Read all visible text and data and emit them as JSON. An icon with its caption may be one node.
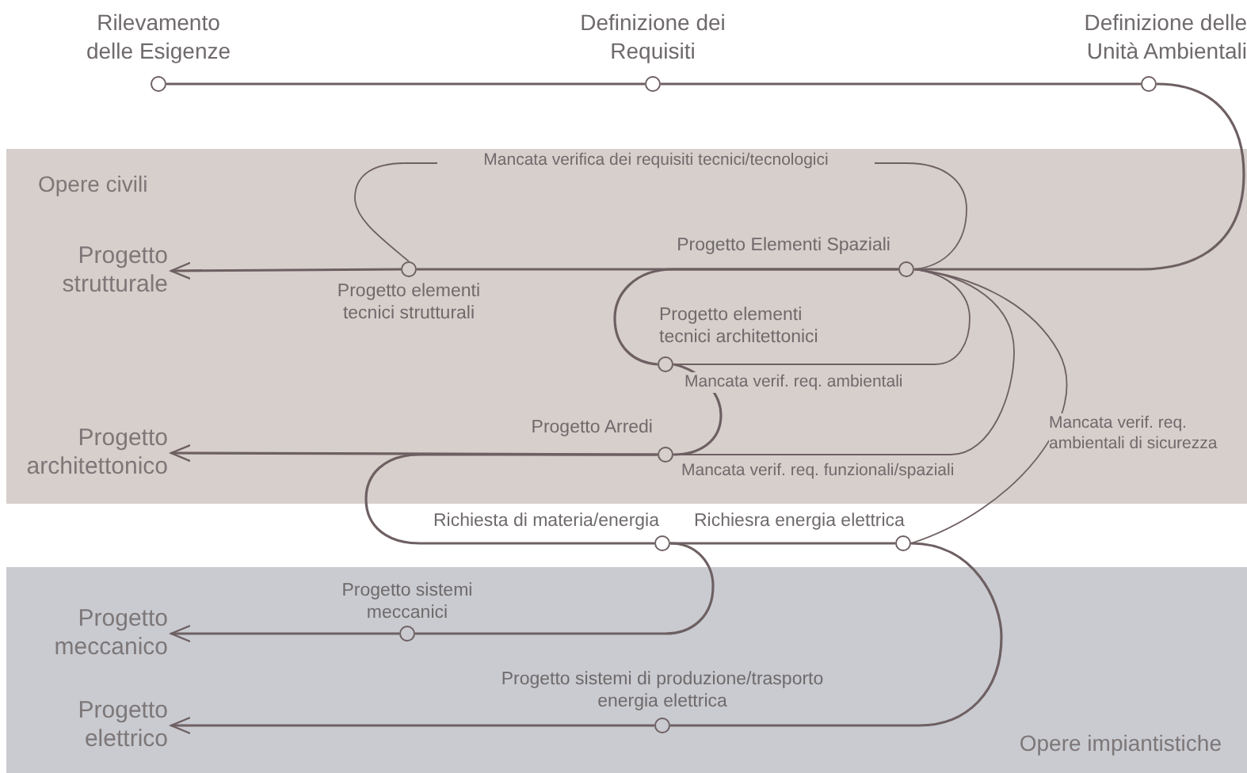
{
  "diagram": {
    "nodes": [
      {
        "text": [],
        "shape": "circle",
        "beside": [
          "Rilevamento delle Esigenze"
        ]
      },
      {
        "text": [],
        "shape": "circle",
        "beside": [
          "Definizione dei Requisiti"
        ]
      },
      {
        "text": [],
        "shape": "circle",
        "beside": [
          "Definizione delle Unità Ambientali"
        ]
      },
      {
        "text": [
          "Opere civili"
        ]
      },
      {
        "text": [
          "Progetto strutturale"
        ],
        "in": 3
      },
      {
        "text": [],
        "shape": "circle",
        "beside": [
          "Progetto elementi tecnici strutturali"
        ],
        "in": 3
      },
      {
        "text": [],
        "shape": "circle",
        "beside": [
          "Progetto Elementi Spaziali"
        ],
        "in": 3
      },
      {
        "text": [],
        "shape": "circle",
        "beside": [
          "Progetto elementi tecnici architettonici"
        ],
        "in": 3
      },
      {
        "text": [
          "Progetto architettonico"
        ],
        "in": 3
      },
      {
        "text": [],
        "shape": "circle",
        "beside": [
          "Progetto Arredi"
        ],
        "in": 3
      },
      {
        "text": [],
        "shape": "circle",
        "beside": [
          "Richiesta di materia/energia"
        ]
      },
      {
        "text": [],
        "shape": "circle",
        "beside": [
          "Richiesra energia elettrica"
        ]
      },
      {
        "text": [
          "Opere impiantistiche"
        ]
      },
      {
        "text": [
          "Progetto meccanico"
        ],
        "in": 12
      },
      {
        "text": [],
        "shape": "circle",
        "beside": [
          "Progetto sistemi meccanici"
        ],
        "in": 12
      },
      {
        "text": [
          "Progetto elettrico"
        ],
        "in": 12
      },
      {
        "text": [],
        "shape": "circle",
        "beside": [
          "Progetto sistemi di produzione/trasporto energia elettrica"
        ],
        "in": 12
      }
    ],
    "edges": [
      {
        "from": 0,
        "to": 1,
        "arrow": "none"
      },
      {
        "from": 1,
        "to": 2,
        "arrow": "none"
      },
      {
        "from": 2,
        "to": 6,
        "arrow": "none"
      },
      {
        "from": 6,
        "to": 5,
        "arrow": "none"
      },
      {
        "from": 5,
        "to": 4,
        "arrow": "to"
      },
      {
        "from": 5,
        "to": 6,
        "arrow": "none",
        "label": "Mancata verifica dei requisiti tecnici/tecnologici"
      },
      {
        "from": 6,
        "to": 7,
        "arrow": "none"
      },
      {
        "from": 7,
        "to": 6,
        "arrow": "none",
        "label": "Mancata verif. req. ambientali"
      },
      {
        "from": 7,
        "to": 9,
        "arrow": "none"
      },
      {
        "from": 9,
        "to": 8,
        "arrow": "to"
      },
      {
        "from": 9,
        "to": 6,
        "arrow": "none",
        "label": "Mancata verif. req. funzionali/spaziali"
      },
      {
        "from": 9,
        "to": 10,
        "arrow": "none"
      },
      {
        "from": 10,
        "to": 11,
        "arrow": "none"
      },
      {
        "from": 11,
        "to": 6,
        "arrow": "none",
        "label": "Mancata verif. req. ambientali di sicurezza"
      },
      {
        "from": 10,
        "to": 14,
        "arrow": "none"
      },
      {
        "from": 14,
        "to": 13,
        "arrow": "to"
      },
      {
        "from": 11,
        "to": 16,
        "arrow": "none"
      },
      {
        "from": 16,
        "to": 15,
        "arrow": "to"
      }
    ]
  }
}
